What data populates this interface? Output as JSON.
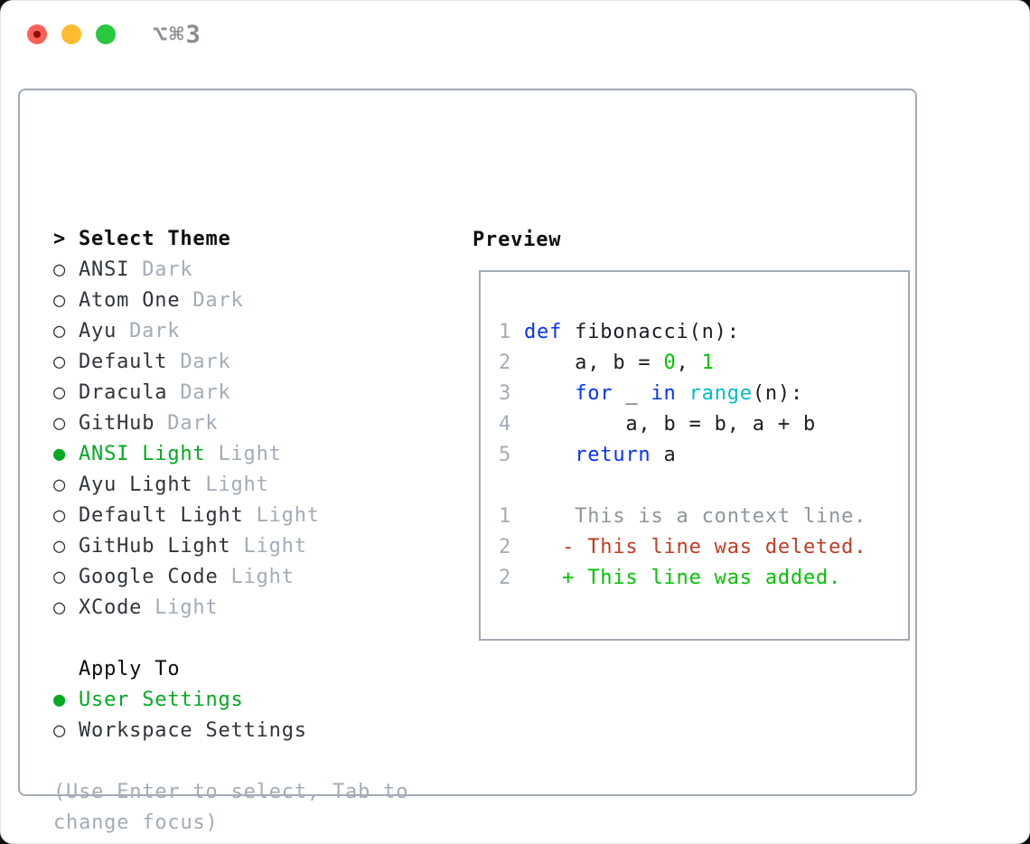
{
  "window": {
    "shortcut_label": "⌥⌘3",
    "traffic_lights": [
      "close",
      "minimize",
      "zoom"
    ]
  },
  "colors": {
    "heading-black": "#0b0e11",
    "text-dark": "#30353b",
    "muted-gray": "#a4acb6",
    "selection-green": "#00ab21",
    "code-text": "#1b1e23",
    "keyword-blue": "#0433ff",
    "builtin-cyan": "#00bdc8",
    "literal-green": "#00c300",
    "context-gray": "#8e969b",
    "deleted-red": "#c23b22",
    "added-green": "#00c300",
    "border-gray": "#a3aab4",
    "traffic-red": "#ff5f57",
    "traffic-red-dot": "#8c100a",
    "traffic-yellow": "#febc2e",
    "traffic-green": "#28c840"
  },
  "theme_panel": {
    "heading_prefix": ">",
    "heading": "Select Theme",
    "items": [
      {
        "marker": "○",
        "name": "ANSI",
        "tag": "Dark",
        "state": "unselected"
      },
      {
        "marker": "○",
        "name": "Atom One",
        "tag": "Dark",
        "state": "unselected"
      },
      {
        "marker": "○",
        "name": "Ayu",
        "tag": "Dark",
        "state": "unselected"
      },
      {
        "marker": "○",
        "name": "Default",
        "tag": "Dark",
        "state": "unselected"
      },
      {
        "marker": "○",
        "name": "Dracula",
        "tag": "Dark",
        "state": "unselected"
      },
      {
        "marker": "○",
        "name": "GitHub",
        "tag": "Dark",
        "state": "unselected"
      },
      {
        "marker": "●",
        "name": "ANSI Light",
        "tag": "Light",
        "state": "selected"
      },
      {
        "marker": "○",
        "name": "Ayu Light",
        "tag": "Light",
        "state": "unselected"
      },
      {
        "marker": "○",
        "name": "Default Light",
        "tag": "Light",
        "state": "unselected"
      },
      {
        "marker": "○",
        "name": "GitHub Light",
        "tag": "Light",
        "state": "unselected"
      },
      {
        "marker": "○",
        "name": "Google Code",
        "tag": "Light",
        "state": "unselected"
      },
      {
        "marker": "○",
        "name": "XCode",
        "tag": "Light",
        "state": "unselected"
      }
    ],
    "apply_heading": "Apply To",
    "apply_options": [
      {
        "marker": "●",
        "name": "User Settings",
        "state": "selected"
      },
      {
        "marker": "○",
        "name": "Workspace Settings",
        "state": "unselected"
      }
    ],
    "help_lines": [
      "(Use Enter to select, Tab to",
      "change focus)"
    ]
  },
  "preview_panel": {
    "heading": "Preview",
    "code_lines": [
      {
        "num": "1",
        "segments": [
          {
            "t": "def",
            "c": "keyword"
          },
          {
            "t": " fibonacci(n):",
            "c": "plain"
          }
        ]
      },
      {
        "num": "2",
        "segments": [
          {
            "t": "    a, b = ",
            "c": "plain"
          },
          {
            "t": "0",
            "c": "literal"
          },
          {
            "t": ", ",
            "c": "plain"
          },
          {
            "t": "1",
            "c": "literal"
          }
        ]
      },
      {
        "num": "3",
        "segments": [
          {
            "t": "    ",
            "c": "plain"
          },
          {
            "t": "for",
            "c": "keyword"
          },
          {
            "t": " _ ",
            "c": "plain"
          },
          {
            "t": "in",
            "c": "keyword"
          },
          {
            "t": " ",
            "c": "plain"
          },
          {
            "t": "range",
            "c": "builtin"
          },
          {
            "t": "(n):",
            "c": "plain"
          }
        ]
      },
      {
        "num": "4",
        "segments": [
          {
            "t": "        a, b = b, a + b",
            "c": "plain"
          }
        ]
      },
      {
        "num": "5",
        "segments": [
          {
            "t": "    ",
            "c": "plain"
          },
          {
            "t": "return",
            "c": "keyword"
          },
          {
            "t": " a",
            "c": "plain"
          }
        ]
      }
    ],
    "diff_lines": [
      {
        "num": "1",
        "segments": [
          {
            "t": "    This is a context line.",
            "c": "context"
          }
        ]
      },
      {
        "num": "2",
        "segments": [
          {
            "t": "   ",
            "c": "plain"
          },
          {
            "t": "- This line was deleted.",
            "c": "deleted"
          }
        ]
      },
      {
        "num": "2",
        "segments": [
          {
            "t": "   ",
            "c": "plain"
          },
          {
            "t": "+ This line was added.",
            "c": "added"
          }
        ]
      }
    ]
  }
}
